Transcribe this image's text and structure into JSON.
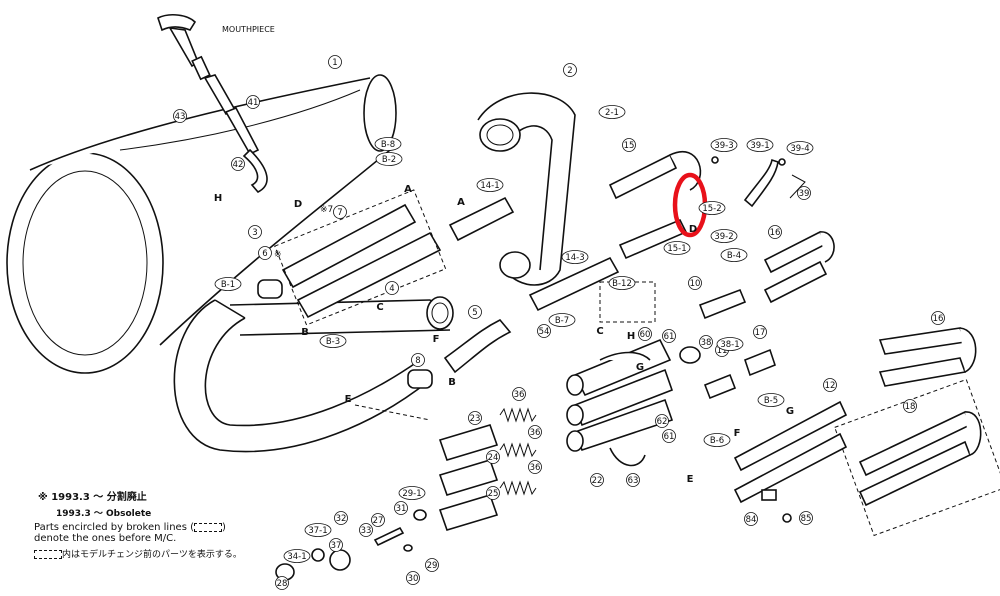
{
  "diagram": {
    "mouthpiece_label": "MOUTHPIECE",
    "part_numbers": [
      "1",
      "2",
      "2-1",
      "3",
      "4",
      "5",
      "6",
      "7",
      "8",
      "10",
      "11",
      "12",
      "14-1",
      "14-3",
      "15",
      "15-1",
      "15-2",
      "16",
      "16",
      "17",
      "18",
      "22",
      "23",
      "24",
      "25",
      "27",
      "28",
      "29",
      "29-1",
      "30",
      "31",
      "32",
      "33",
      "34-1",
      "36",
      "36",
      "36",
      "37",
      "37-1",
      "38",
      "38-1",
      "39",
      "39-1",
      "39-2",
      "39-3",
      "39-4",
      "41",
      "42",
      "43",
      "54",
      "60",
      "61",
      "61",
      "62",
      "63",
      "84",
      "85",
      "B-1",
      "B-2",
      "B-3",
      "B-4",
      "B-5",
      "B-6",
      "B-7",
      "B-8",
      "B-12"
    ],
    "letter_labels": [
      "A",
      "A",
      "B",
      "B",
      "C",
      "C",
      "D",
      "D",
      "E",
      "E",
      "F",
      "F",
      "G",
      "G",
      "H",
      "H"
    ],
    "asterisk_marks": [
      "※7",
      "※"
    ],
    "highlight_color": "#e8111a",
    "line_color": "#111111"
  },
  "legend": {
    "line1": "※ 1993.3 ～ 分割廃止",
    "line2": "1993.3 ～ Obsolete",
    "line3": "Parts encircled by broken lines (",
    "line3_end": ")",
    "line4": "denote the ones before M/C.",
    "line5": "内はモデルチェンジ前のパーツを表示する。"
  }
}
